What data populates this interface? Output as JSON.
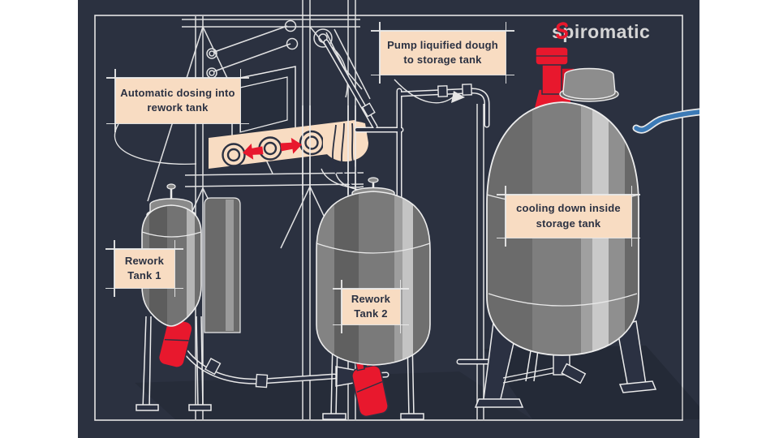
{
  "logo": {
    "text": "spiromatic",
    "icon": "spiromatic-s-icon",
    "icon_color": "#e8182d",
    "text_color": "#d5d5d5"
  },
  "annotations": {
    "dosing": {
      "text": "Automatic dosing into\nrework tank"
    },
    "pump": {
      "text": "Pump liquified dough\nto storage tank"
    },
    "cooling": {
      "text": "cooling down inside\nstorage tank"
    },
    "tank1": {
      "text": "Rework\nTank 1"
    },
    "tank2": {
      "text": "Rework\nTank 2"
    }
  },
  "illustration_parts": [
    "scaffold-structure",
    "dosing-conveyor",
    "dough-flow",
    "rework-tank-1",
    "rework-tank-2",
    "storage-tank",
    "mixer-motor",
    "red-pump-1",
    "red-pump-2",
    "process-piping",
    "cooling-blue-pipe"
  ],
  "colors": {
    "background_navy": "#2b3140",
    "label_peach": "#f8dcc2",
    "accent_red": "#e8182d",
    "pipe_blue": "#3c7ab6",
    "tank_gray": "#7d7d7d",
    "line_white": "#ececec",
    "text_navy": "#2b3142"
  }
}
